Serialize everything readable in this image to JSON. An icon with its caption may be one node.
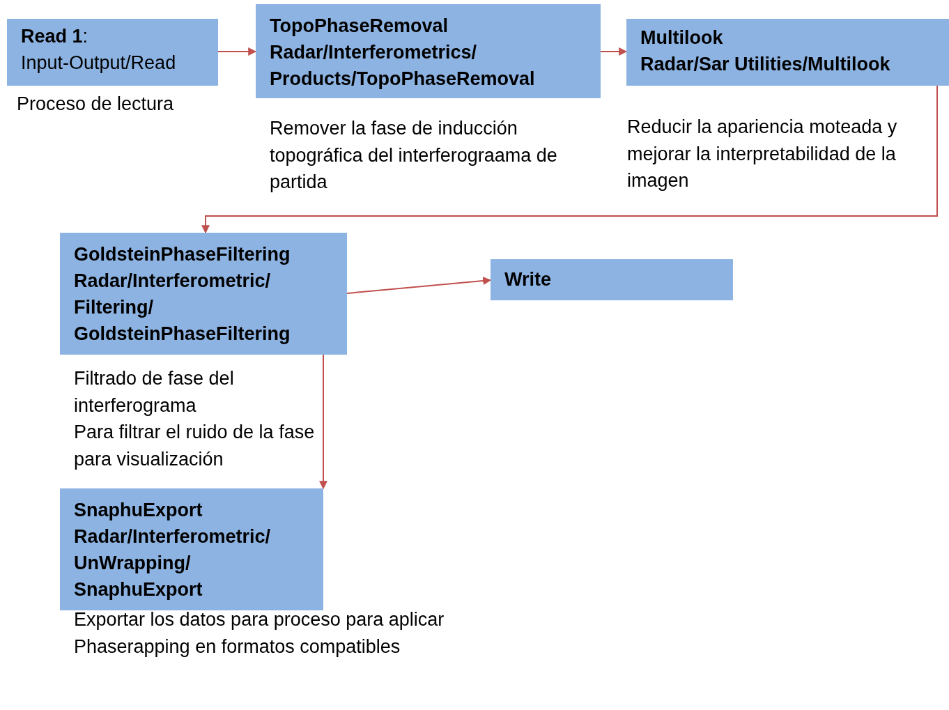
{
  "diagram": {
    "nodes": [
      {
        "text": [
          "**Read 1**:",
          "Input-Output/Read"
        ],
        "beside": [
          "Proceso de lectura"
        ]
      },
      {
        "text": [
          "TopoPhaseRemoval",
          "Radar/Interferometrics/ Products/TopoPhaseRemoval"
        ],
        "beside": [
          "Remover la fase de inducción topográfica del interferograama de partida"
        ]
      },
      {
        "text": [
          "Multilook",
          "Radar/Sar Utilities/Multilook"
        ],
        "beside": [
          "Reducir la apariencia moteada y mejorar la interpretabilidad de la imagen"
        ]
      },
      {
        "text": [
          "GoldsteinPhaseFiltering",
          "Radar/Interferometric/ Filtering/ GoldsteinPhaseFiltering"
        ],
        "beside": [
          "Filtrado de fase del interferograma",
          "Para filtrar el ruido de la fase para visualización"
        ]
      },
      {
        "text": [
          "Write"
        ]
      },
      {
        "text": [
          "SnaphuExport",
          "Radar/Interferometric/ UnWrapping/ SnaphuExport"
        ],
        "beside": [
          "Exportar los datos para proceso para aplicar Phaserapping en formatos compatibles"
        ]
      }
    ],
    "edges": [
      {
        "from": 0,
        "to": 1,
        "arrow": "to"
      },
      {
        "from": 1,
        "to": 2,
        "arrow": "to"
      },
      {
        "from": 2,
        "to": 3,
        "arrow": "to"
      },
      {
        "from": 3,
        "to": 4,
        "arrow": "to"
      },
      {
        "from": 3,
        "to": 5,
        "arrow": "to"
      }
    ]
  }
}
